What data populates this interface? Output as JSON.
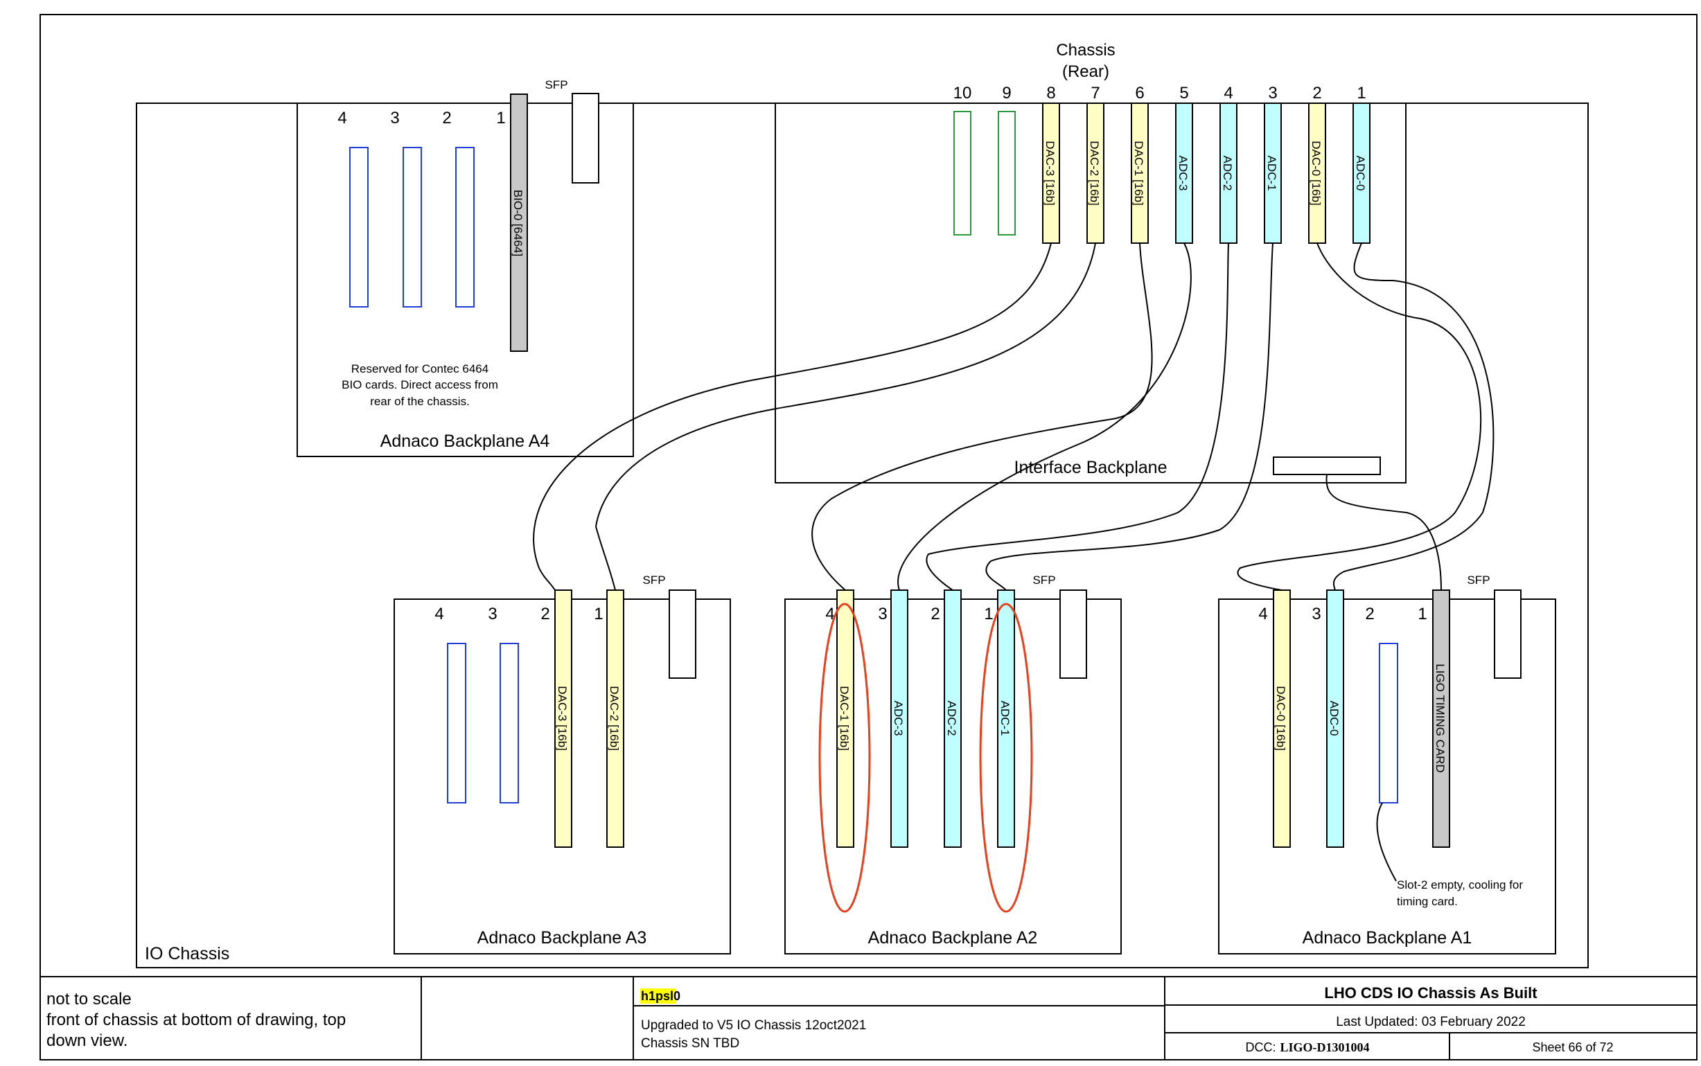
{
  "chassis_header": {
    "line1": "Chassis",
    "line2": "(Rear)"
  },
  "sfp_label": "SFP",
  "io_chassis_label": "IO Chassis",
  "a4": {
    "title": "Adnaco Backplane A4",
    "slots": [
      "4",
      "3",
      "2",
      "1"
    ],
    "bio_card": "BIO-0 [6464]",
    "note": [
      "Reserved for Contec 6464",
      "BIO cards. Direct access from",
      "rear of the chassis."
    ]
  },
  "interface": {
    "title": "Interface Backplane",
    "slots": [
      "10",
      "9",
      "8",
      "7",
      "6",
      "5",
      "4",
      "3",
      "2",
      "1"
    ],
    "cards": [
      "DAC-3 [16b]",
      "DAC-2 [16b]",
      "DAC-1 [16b]",
      "ADC-3",
      "ADC-2",
      "ADC-1",
      "DAC-0 [16b]",
      "ADC-0"
    ]
  },
  "a3": {
    "title": "Adnaco Backplane A3",
    "slots": [
      "4",
      "3",
      "2",
      "1"
    ],
    "cards": [
      "DAC-3 [16b]",
      "DAC-2 [16b]"
    ]
  },
  "a2": {
    "title": "Adnaco Backplane A2",
    "slots": [
      "4",
      "3",
      "2",
      "1"
    ],
    "cards": [
      "DAC-1 [16b]",
      "ADC-3",
      "ADC-2",
      "ADC-1"
    ]
  },
  "a1": {
    "title": "Adnaco Backplane A1",
    "slots": [
      "4",
      "3",
      "2",
      "1"
    ],
    "cards": [
      "DAC-0 [16b]",
      "ADC-0",
      "LIGO TIMING CARD"
    ],
    "note": [
      "Slot-2 empty, cooling for",
      "timing card."
    ]
  },
  "title_block": {
    "notes": [
      "not to scale",
      "front of chassis at bottom of drawing, top",
      "down view."
    ],
    "host_prefix": "h1psl",
    "host_suffix": "0",
    "upgrade_notes": [
      "Upgraded to V5 IO Chassis 12oct2021",
      "Chassis SN TBD"
    ],
    "title": "LHO CDS IO Chassis As Built",
    "updated": "Last Updated: 03 February 2022",
    "dcc_label": "DCC:",
    "dcc_number": "LIGO-D1301004",
    "sheet": "Sheet 66 of 72"
  },
  "colors": {
    "dac": "#ffffc4",
    "adc": "#c0ffff",
    "bio": "#c8c8c8",
    "timing": "#c8c8c8",
    "empty_slot_blue": "#1f3fd8",
    "empty_slot_green": "#2a9a3a",
    "highlight_ellipse": "#e8401c",
    "host_highlight": "#ffff00"
  }
}
